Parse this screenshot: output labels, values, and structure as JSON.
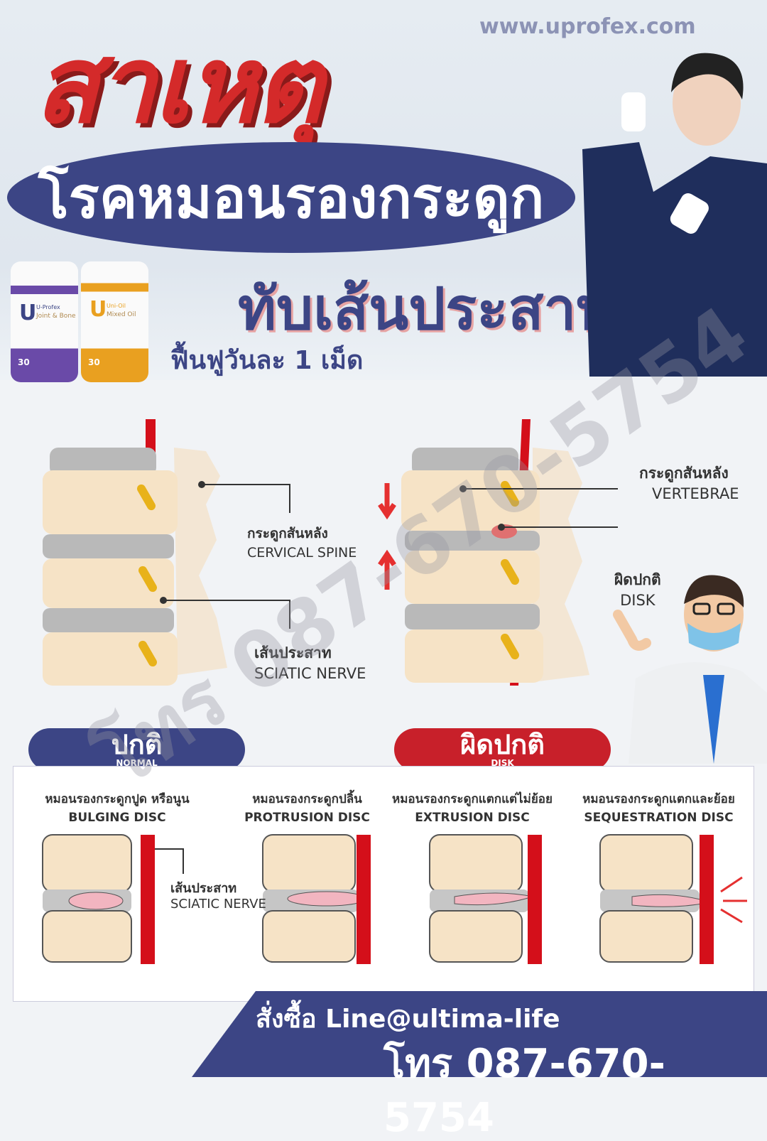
{
  "header": {
    "title": "สาเหตุ",
    "url": "www.uprofex.com",
    "headline": "โรคหมอนรองกระดูก",
    "subheadline": "ทับเส้นประสาท",
    "tagline": "ฟื้นฟูวันละ 1 เม็ด"
  },
  "products": [
    {
      "brand": "U-Profex",
      "name": "Joint & Bone",
      "count": "30"
    },
    {
      "brand": "Uni-Oil",
      "name": "Mixed Oil",
      "count": "30"
    }
  ],
  "diagram": {
    "left_labels": [
      {
        "th": "กระดูกสันหลัง",
        "en": "CERVICAL SPINE"
      },
      {
        "th": "เส้นประสาท",
        "en": "SCIATIC NERVE"
      }
    ],
    "right_labels": [
      {
        "th": "กระดูกสันหลัง",
        "en": "VERTEBRAE"
      },
      {
        "th": "ผิดปกติ",
        "en": "DISK"
      }
    ]
  },
  "tags": {
    "normal": {
      "th": "ปกติ",
      "en": "NORMAL"
    },
    "abnormal": {
      "th": "ผิดปกติ",
      "en": "DISK"
    }
  },
  "types": [
    {
      "th": "หมอนรองกระดูกปูด หรือนูน",
      "en": "BULGING DISC"
    },
    {
      "th": "หมอนรองกระดูกปลิ้น",
      "en": "PROTRUSION DISC"
    },
    {
      "th": "หมอนรองกระดูกแตกแต่ไม่ย้อย",
      "en": "EXTRUSION DISC"
    },
    {
      "th": "หมอนรองกระดูกแตกและย้อย",
      "en": "SEQUESTRATION DISC"
    }
  ],
  "nerve_label": {
    "th": "เส้นประสาท",
    "en": "SCIATIC NERVE"
  },
  "watermark": "โทร 087-670-5754",
  "footer": {
    "order": "สั่งซื้อ Line@ultima-life",
    "phone": "โทร 087-670-5754"
  },
  "colors": {
    "brand_blue": "#3c4585",
    "red": "#d42a2a",
    "nerve": "#d40f1a"
  }
}
